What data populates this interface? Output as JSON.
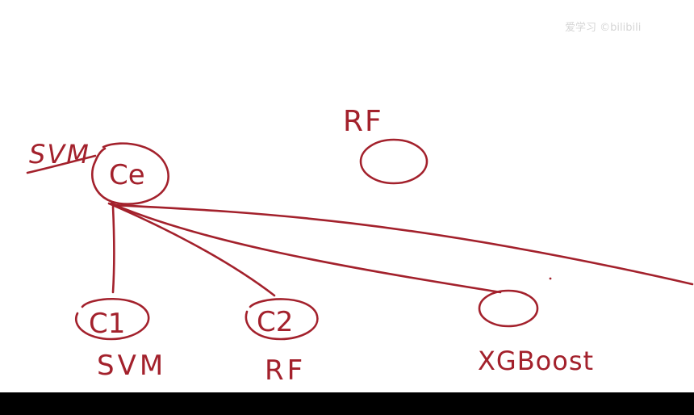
{
  "colors": {
    "ink": "#a3212c",
    "background": "#ffffff",
    "bottom_bar": "#000000",
    "watermark": "#d6d6d6"
  },
  "labels": {
    "svm_top": "SVM",
    "ce_node": "Ce",
    "rf_top": "RF",
    "c1_node": "C1",
    "c2_node": "C2",
    "svm_bottom": "SVM",
    "rf_bottom": "RF",
    "xgboost_bottom": "XGBoost"
  },
  "watermark_text": "爱学习 ©bilibili"
}
